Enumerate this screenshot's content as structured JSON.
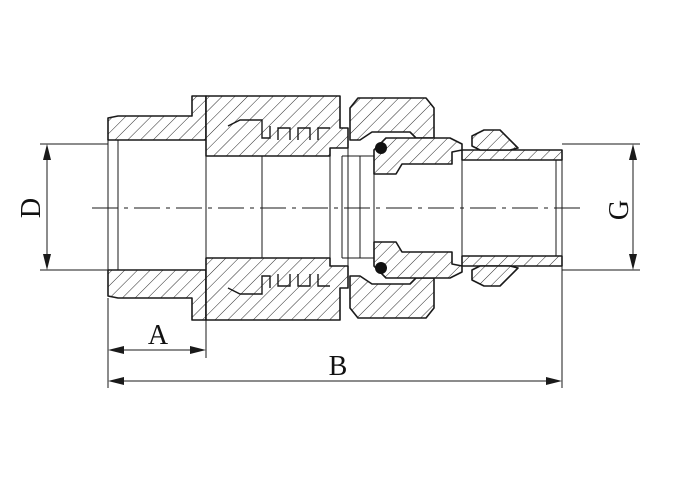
{
  "labels": {
    "a": "A",
    "b": "B",
    "d": "D",
    "g": "G"
  },
  "colors": {
    "stroke": "#1a1a1a",
    "background": "#ffffff"
  }
}
